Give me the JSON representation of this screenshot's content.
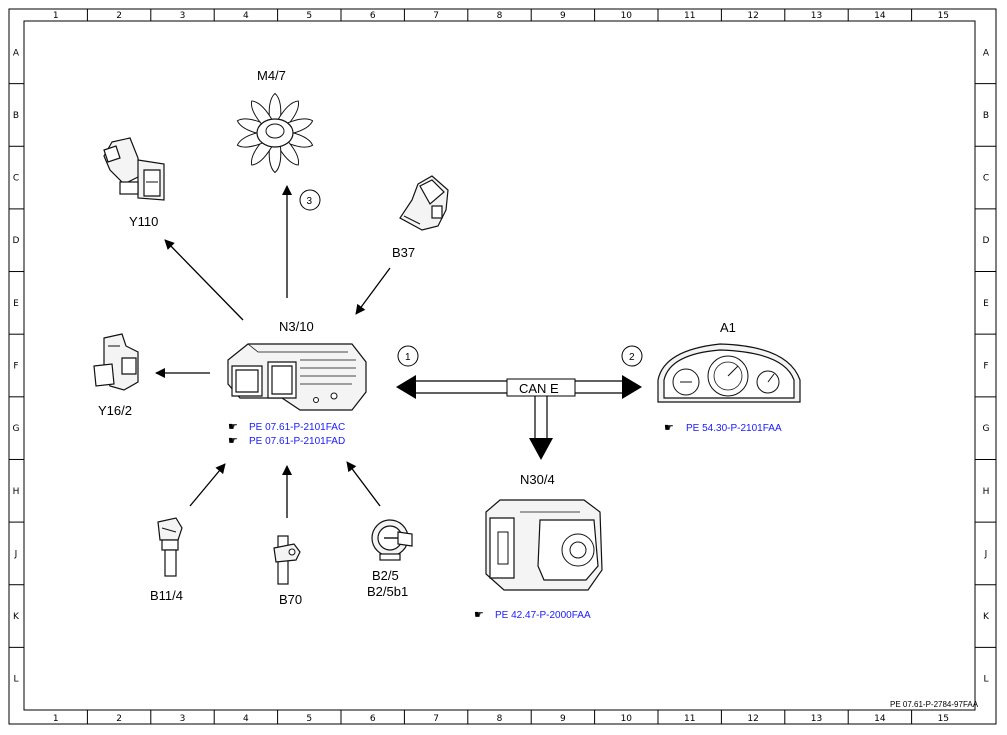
{
  "grid": {
    "columns": [
      "1",
      "2",
      "3",
      "4",
      "5",
      "6",
      "7",
      "8",
      "9",
      "10",
      "11",
      "12",
      "13",
      "14",
      "15"
    ],
    "rows": [
      "A",
      "B",
      "C",
      "D",
      "E",
      "F",
      "G",
      "H",
      "J",
      "K",
      "L"
    ]
  },
  "components": {
    "ecu": {
      "label": "N3/10",
      "refs": [
        "PE 07.61-P-2101FAC",
        "PE 07.61-P-2101FAD"
      ]
    },
    "fan": {
      "label": "M4/7",
      "callout": "3"
    },
    "y110": {
      "label": "Y110"
    },
    "b37": {
      "label": "B37"
    },
    "y16": {
      "label": "Y16/2"
    },
    "b11": {
      "label": "B11/4"
    },
    "b70": {
      "label": "B70"
    },
    "b2": {
      "label": "B2/5",
      "label2": "B2/5b1"
    },
    "a1": {
      "label": "A1",
      "ref": "PE 54.30-P-2101FAA"
    },
    "n30": {
      "label": "N30/4",
      "ref": "PE 42.47-P-2000FAA"
    },
    "can": {
      "label": "CAN E",
      "callout_left": "1",
      "callout_right": "2"
    }
  },
  "reference_icon": "hand-pointer-icon",
  "footer": {
    "doc_id": "PE 07.61-P-2784-97FAA"
  },
  "colors": {
    "link": "#1a1aff",
    "line": "#000000",
    "background": "#ffffff"
  }
}
